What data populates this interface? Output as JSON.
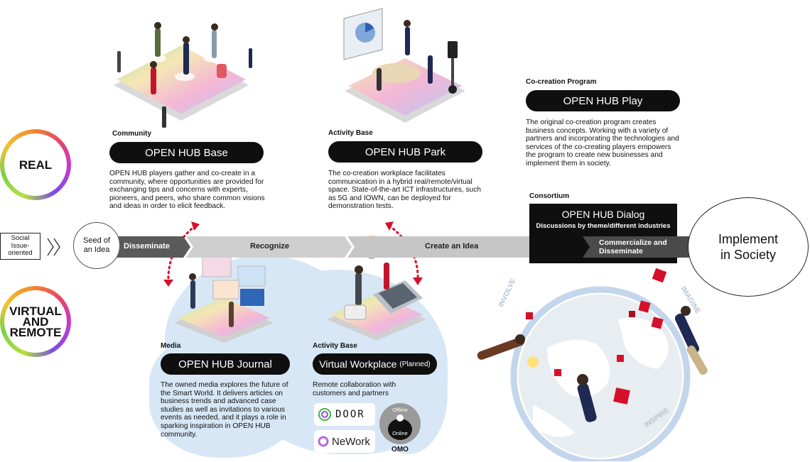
{
  "rings": {
    "real": "REAL",
    "virtual_lines": [
      "VIRTUAL",
      "AND",
      "REMOTE"
    ]
  },
  "start": {
    "social_label_lines": [
      "Social",
      "Issue-",
      "oriented"
    ],
    "seed_lines": [
      "Seed of",
      "an Idea"
    ]
  },
  "flow": {
    "disseminate": "Disseminate",
    "recognize": "Recognize",
    "create": "Create an Idea",
    "commercialize_lines": [
      "Commercialize and",
      "Disseminate"
    ]
  },
  "implement_lines": [
    "Implement",
    "in Society"
  ],
  "community": {
    "category": "Community",
    "title": "OPEN HUB Base",
    "description": "OPEN HUB players gather and co-create in a community, where opportunities are provided for exchanging tips and concerns with experts, pioneers, and peers, who share common visions and ideas in order to elicit feedback."
  },
  "park": {
    "category": "Activity Base",
    "title": "OPEN HUB Park",
    "description": "The co-creation workplace facilitates communication in a hybrid real/remote/virtual space. State-of-the-art ICT infrastructures, such as 5G and IOWN, can be deployed for demonstration tests."
  },
  "play": {
    "category": "Co-creation Program",
    "title": "OPEN HUB Play",
    "description": "The original co-creation program creates business concepts. Working with a variety of partners and incorporating the technologies and services of the co-creating players empowers the program to create new businesses and implement them in society."
  },
  "dialog": {
    "category": "Consortium",
    "title": "OPEN HUB Dialog",
    "subtitle": "Discussions by theme/different industries"
  },
  "journal": {
    "category": "Media",
    "title": "OPEN HUB Journal",
    "description": "The owned media explores the future of the Smart World. It delivers articles on business trends and advanced case studies as well as invitations to various events as needed, and it plays a role in sparking inspiration in OPEN HUB community."
  },
  "virtual_workplace": {
    "category": "Activity Base",
    "title": "Virtual Workplace",
    "title_suffix": "(Planned)",
    "description": "Remote collaboration with customers and partners",
    "logos": {
      "door": "DOOR",
      "nework": "NeWork"
    },
    "omo": {
      "offline": "Offline",
      "online": "Online",
      "label": "OMO"
    }
  },
  "globe_words": {
    "involve": "INVOLVE",
    "imagine": "IMAGINE",
    "inspire": "INSPIRE"
  },
  "colors": {
    "pill": "#0f0f0f",
    "band": "#c9c9c9",
    "band_dark": "#5a5a5a",
    "blob": "#d7e7f6",
    "cube": "#d6102a"
  }
}
